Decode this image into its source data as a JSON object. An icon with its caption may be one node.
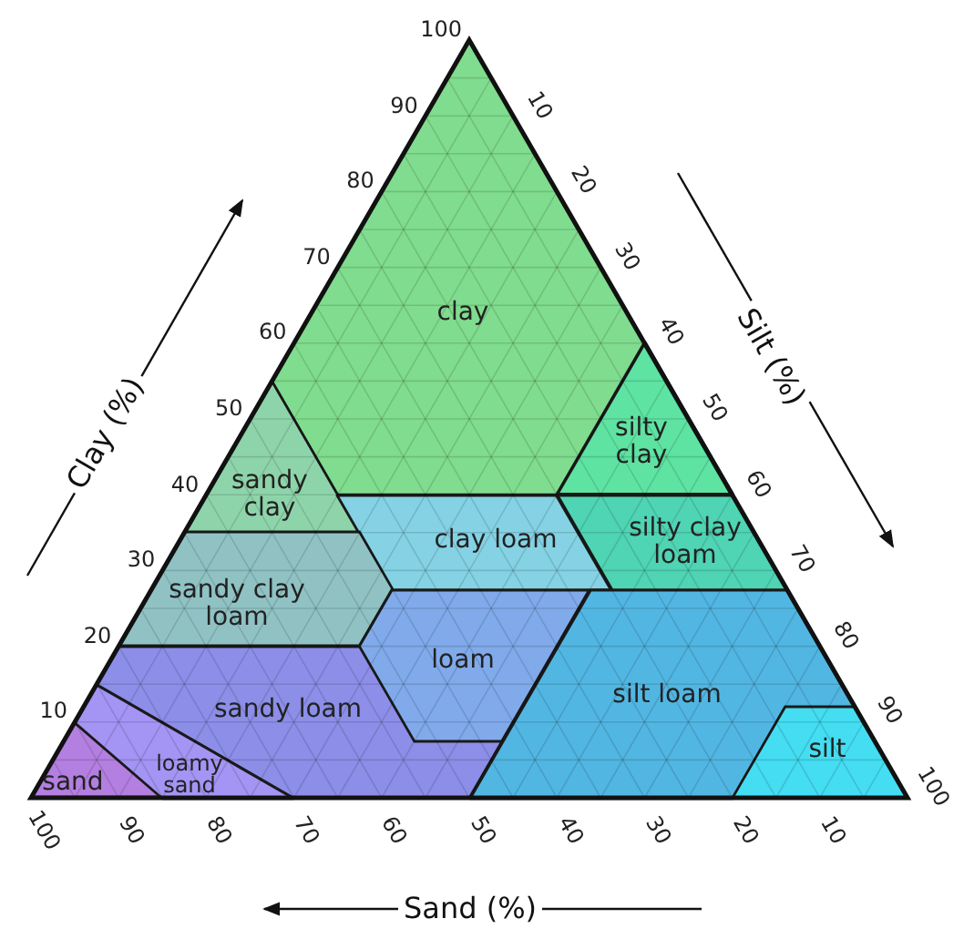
{
  "diagram": {
    "nodes": [
      {
        "text": [
          "clay"
        ]
      },
      {
        "text": [
          "sandy clay"
        ]
      },
      {
        "text": [
          "silty clay"
        ]
      },
      {
        "text": [
          "clay loam"
        ]
      },
      {
        "text": [
          "silty clay loam"
        ]
      },
      {
        "text": [
          "sandy clay loam"
        ]
      },
      {
        "text": [
          "loam"
        ]
      },
      {
        "text": [
          "sandy loam"
        ]
      },
      {
        "text": [
          "silt loam"
        ]
      },
      {
        "text": [
          "silt"
        ]
      },
      {
        "text": [
          "sand"
        ]
      },
      {
        "text": [
          "loamy sand"
        ]
      }
    ],
    "labels": [
      "Clay (%)",
      "Silt (%)",
      "Sand (%)",
      "100",
      "90",
      "80",
      "70",
      "60",
      "50",
      "40",
      "30",
      "20",
      "10",
      "10",
      "20",
      "30",
      "40",
      "50",
      "60",
      "70",
      "80",
      "90",
      "100",
      "100",
      "90",
      "80",
      "70",
      "60",
      "50",
      "40",
      "30",
      "20",
      "10"
    ]
  }
}
